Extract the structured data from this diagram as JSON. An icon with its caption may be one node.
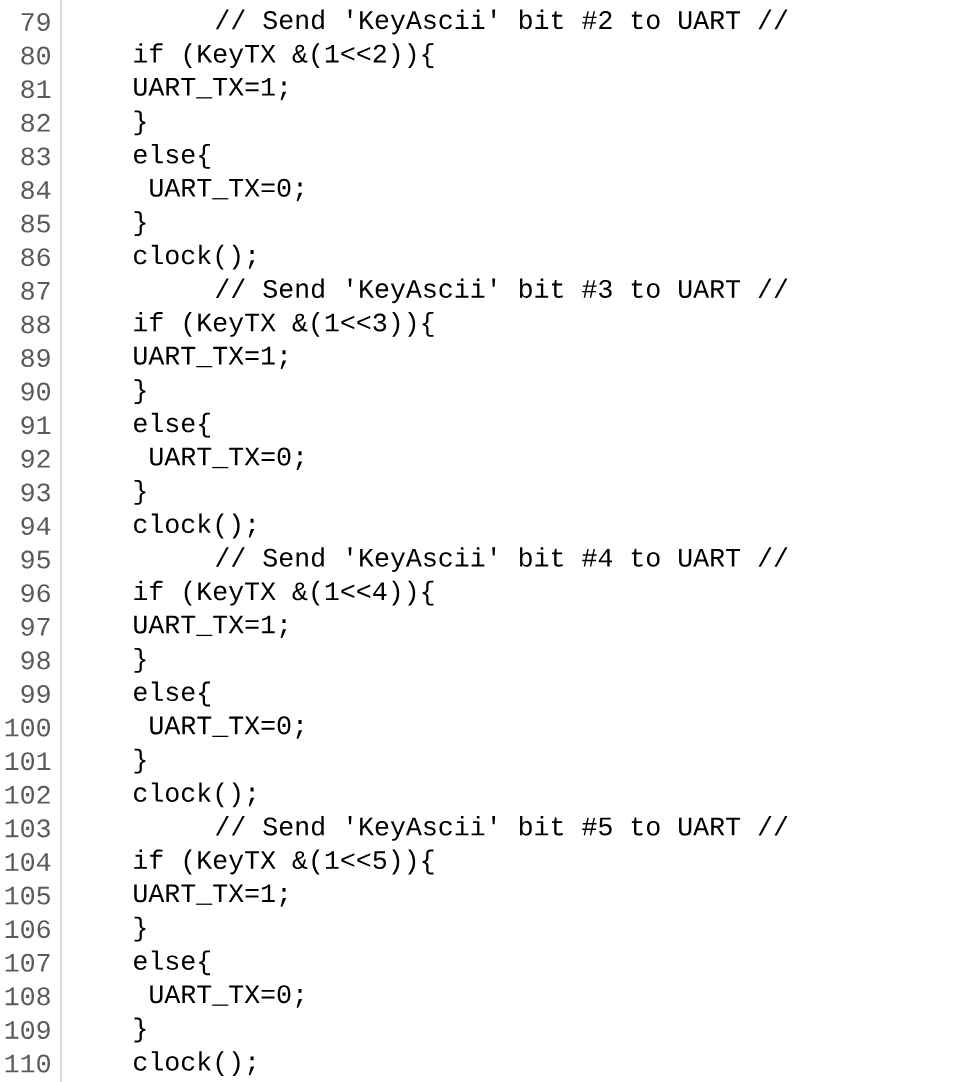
{
  "diagram": {
    "labels": [
      "79",
      "// Send 'KeyAscii' bit #2 to UART //",
      "80",
      "if (KeyTX &(1<<2)){",
      "81",
      "UART_TX=1;",
      "82",
      "}",
      "83",
      "else{",
      "84",
      "UART_TX=0;",
      "85",
      "}",
      "86",
      "clock();",
      "87",
      "// Send 'KeyAscii' bit #3 to UART //",
      "88",
      "if (KeyTX &(1<<3)){",
      "89",
      "UART_TX=1;",
      "90",
      "}",
      "91",
      "else{",
      "92",
      "UART_TX=0;",
      "93",
      "}",
      "94",
      "clock();",
      "95",
      "// Send 'KeyAscii' bit #4 to UART //",
      "96",
      "if (KeyTX &(1<<4)){",
      "97",
      "UART_TX=1;",
      "98",
      "}",
      "99",
      "else{",
      "100",
      "UART_TX=0;",
      "101",
      "}",
      "102",
      "clock();",
      "103",
      "// Send 'KeyAscii' bit #5 to UART //",
      "104",
      "if (KeyTX &(1<<5)){",
      "105",
      "UART_TX=1;",
      "106",
      "}",
      "107",
      "else{",
      "108",
      "UART_TX=0;",
      "109",
      "}",
      "110",
      "clock();"
    ]
  }
}
